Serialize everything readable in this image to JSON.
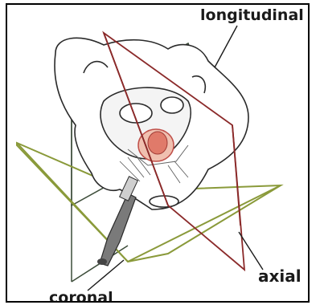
{
  "labels": {
    "longitudinal": "longitudinal",
    "axial": "axial",
    "coronal": "coronal"
  },
  "colors": {
    "longitudinal_plane": "#8b2a2a",
    "axial_plane": "#8a9a3a",
    "coronal_plane": "#3d4d3a",
    "bone_outline": "#2a2a2a",
    "prostate": "#e07a6a"
  }
}
